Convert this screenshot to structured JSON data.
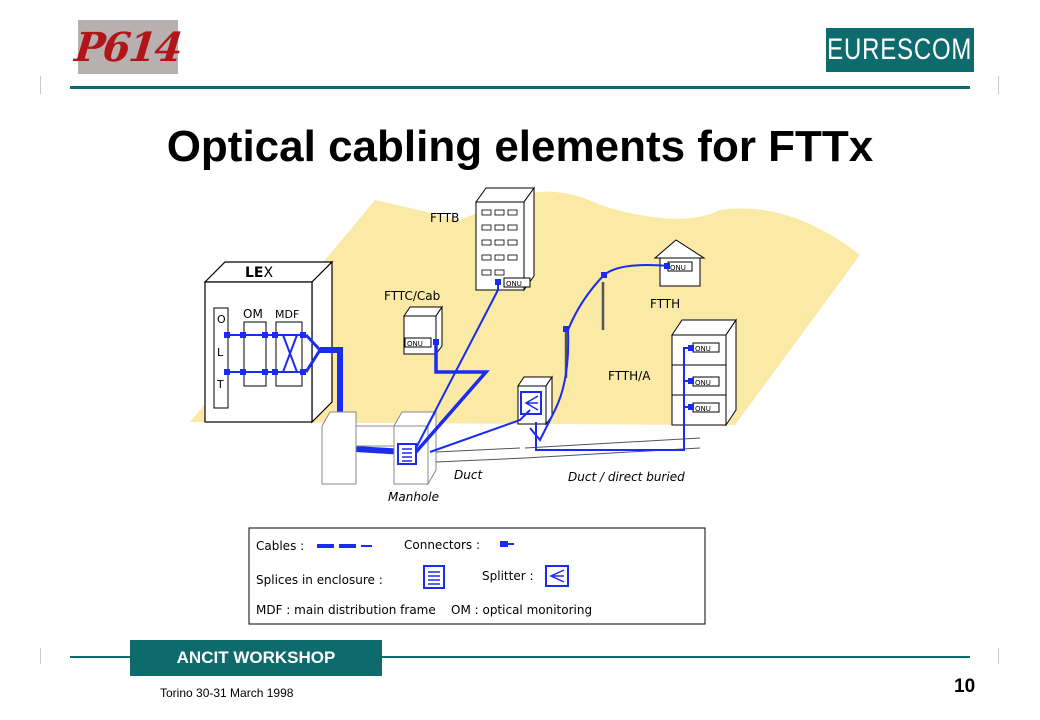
{
  "header": {
    "left_logo": "P614",
    "right_logo": "EURESCOM",
    "title": "Optical cabling elements for FTTx"
  },
  "diagram": {
    "lex_label_bold": "LE",
    "lex_label_rest": "X",
    "olt_letters": [
      "O",
      "L",
      "T"
    ],
    "om_label": "OM",
    "mdf_label": "MDF",
    "fttb_label": "FTTB",
    "fttc_label": "FTTC/Cab",
    "ftth_label": "FTTH",
    "ftth_a_label": "FTTH/A",
    "onu_label": "ONU",
    "manhole_label": "Manhole",
    "duct_label": "Duct",
    "duct_buried_label": "Duct / direct buried",
    "colors": {
      "land": "#fbe9a6",
      "cable": "#1a2cf0"
    }
  },
  "legend": {
    "cables": "Cables :",
    "connectors": "Connectors :",
    "splices": "Splices in enclosure :",
    "splitter": "Splitter :",
    "abbreviations": "MDF : main distribution frame    OM : optical monitoring"
  },
  "footer": {
    "workshop": "ANCIT WORKSHOP",
    "date": "Torino 30-31 March 1998",
    "page_number": "10"
  }
}
